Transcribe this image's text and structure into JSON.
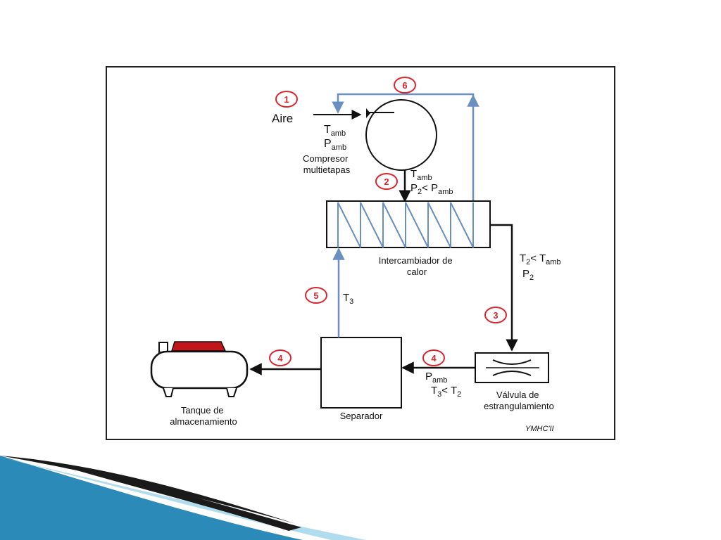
{
  "colors": {
    "background": "#ffffff",
    "line": "#111111",
    "cold_flow": "#6b8fbf",
    "step_marker": "#d9262c",
    "tank_lid": "#c0151b",
    "footer_dark": "#1a1a1a",
    "footer_blue": "#2b8ab8",
    "footer_light": "#9ed3ea"
  },
  "steps": {
    "s1": "1",
    "s2": "2",
    "s3": "3",
    "s4a": "4",
    "s4b": "4",
    "s5": "5",
    "s6": "6"
  },
  "labels": {
    "aire": "Aire",
    "t_amb_in": {
      "base": "T",
      "sub": "amb"
    },
    "p_amb_in": {
      "base": "P",
      "sub": "amb"
    },
    "compressor": [
      "Compresor",
      "multietapas"
    ],
    "t_amb_out": {
      "base": "T",
      "sub": "amb"
    },
    "p2_lt_pamb": {
      "a": "P",
      "a_sub": "2",
      "op": "< P",
      "b_sub": "amb"
    },
    "heat_exchanger": [
      "Intercambiador de",
      "calor"
    ],
    "t2_lt_tamb": {
      "a": "T",
      "a_sub": "2",
      "op": "< T",
      "b_sub": "amb"
    },
    "p2": {
      "base": "P",
      "sub": "2"
    },
    "t3": {
      "base": "T",
      "sub": "3"
    },
    "p_amb_valve": {
      "base": "P",
      "sub": "amb"
    },
    "t3_lt_t2": {
      "a": "T",
      "a_sub": "3",
      "op": "< T",
      "b_sub": "2"
    },
    "valve": [
      "Válvula de",
      "estrangulamiento"
    ],
    "separator": "Separador",
    "tank": [
      "Tanque de",
      "almacenamiento"
    ],
    "signature": "YMHC'II"
  }
}
